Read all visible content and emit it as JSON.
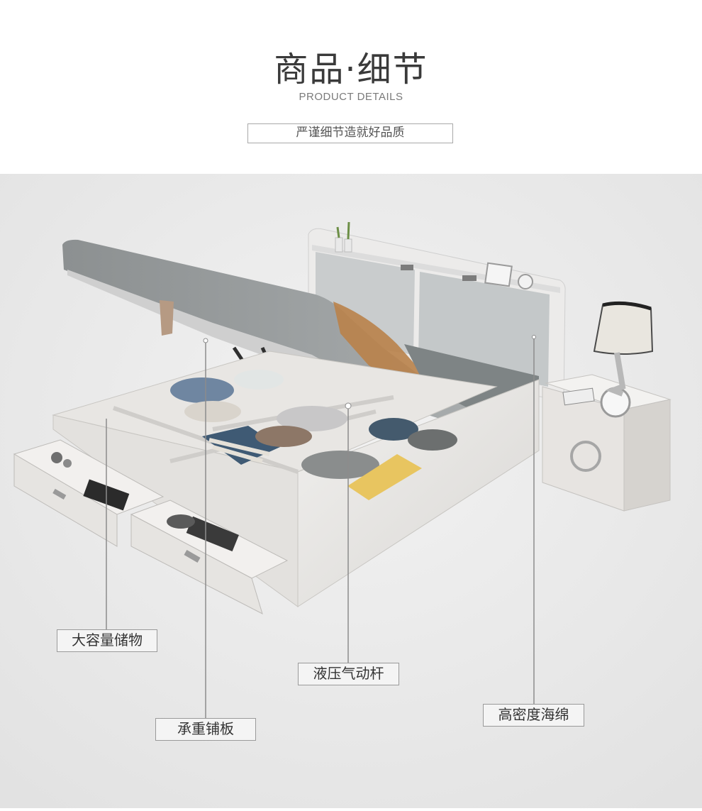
{
  "header": {
    "title": "商品·细节",
    "subtitle": "PRODUCT DETAILS",
    "slogan": "严谨细节造就好品质"
  },
  "callouts": {
    "storage": "大容量储物",
    "board": "承重铺板",
    "hydraulic": "液压气动杆",
    "sponge": "高密度海绵"
  }
}
